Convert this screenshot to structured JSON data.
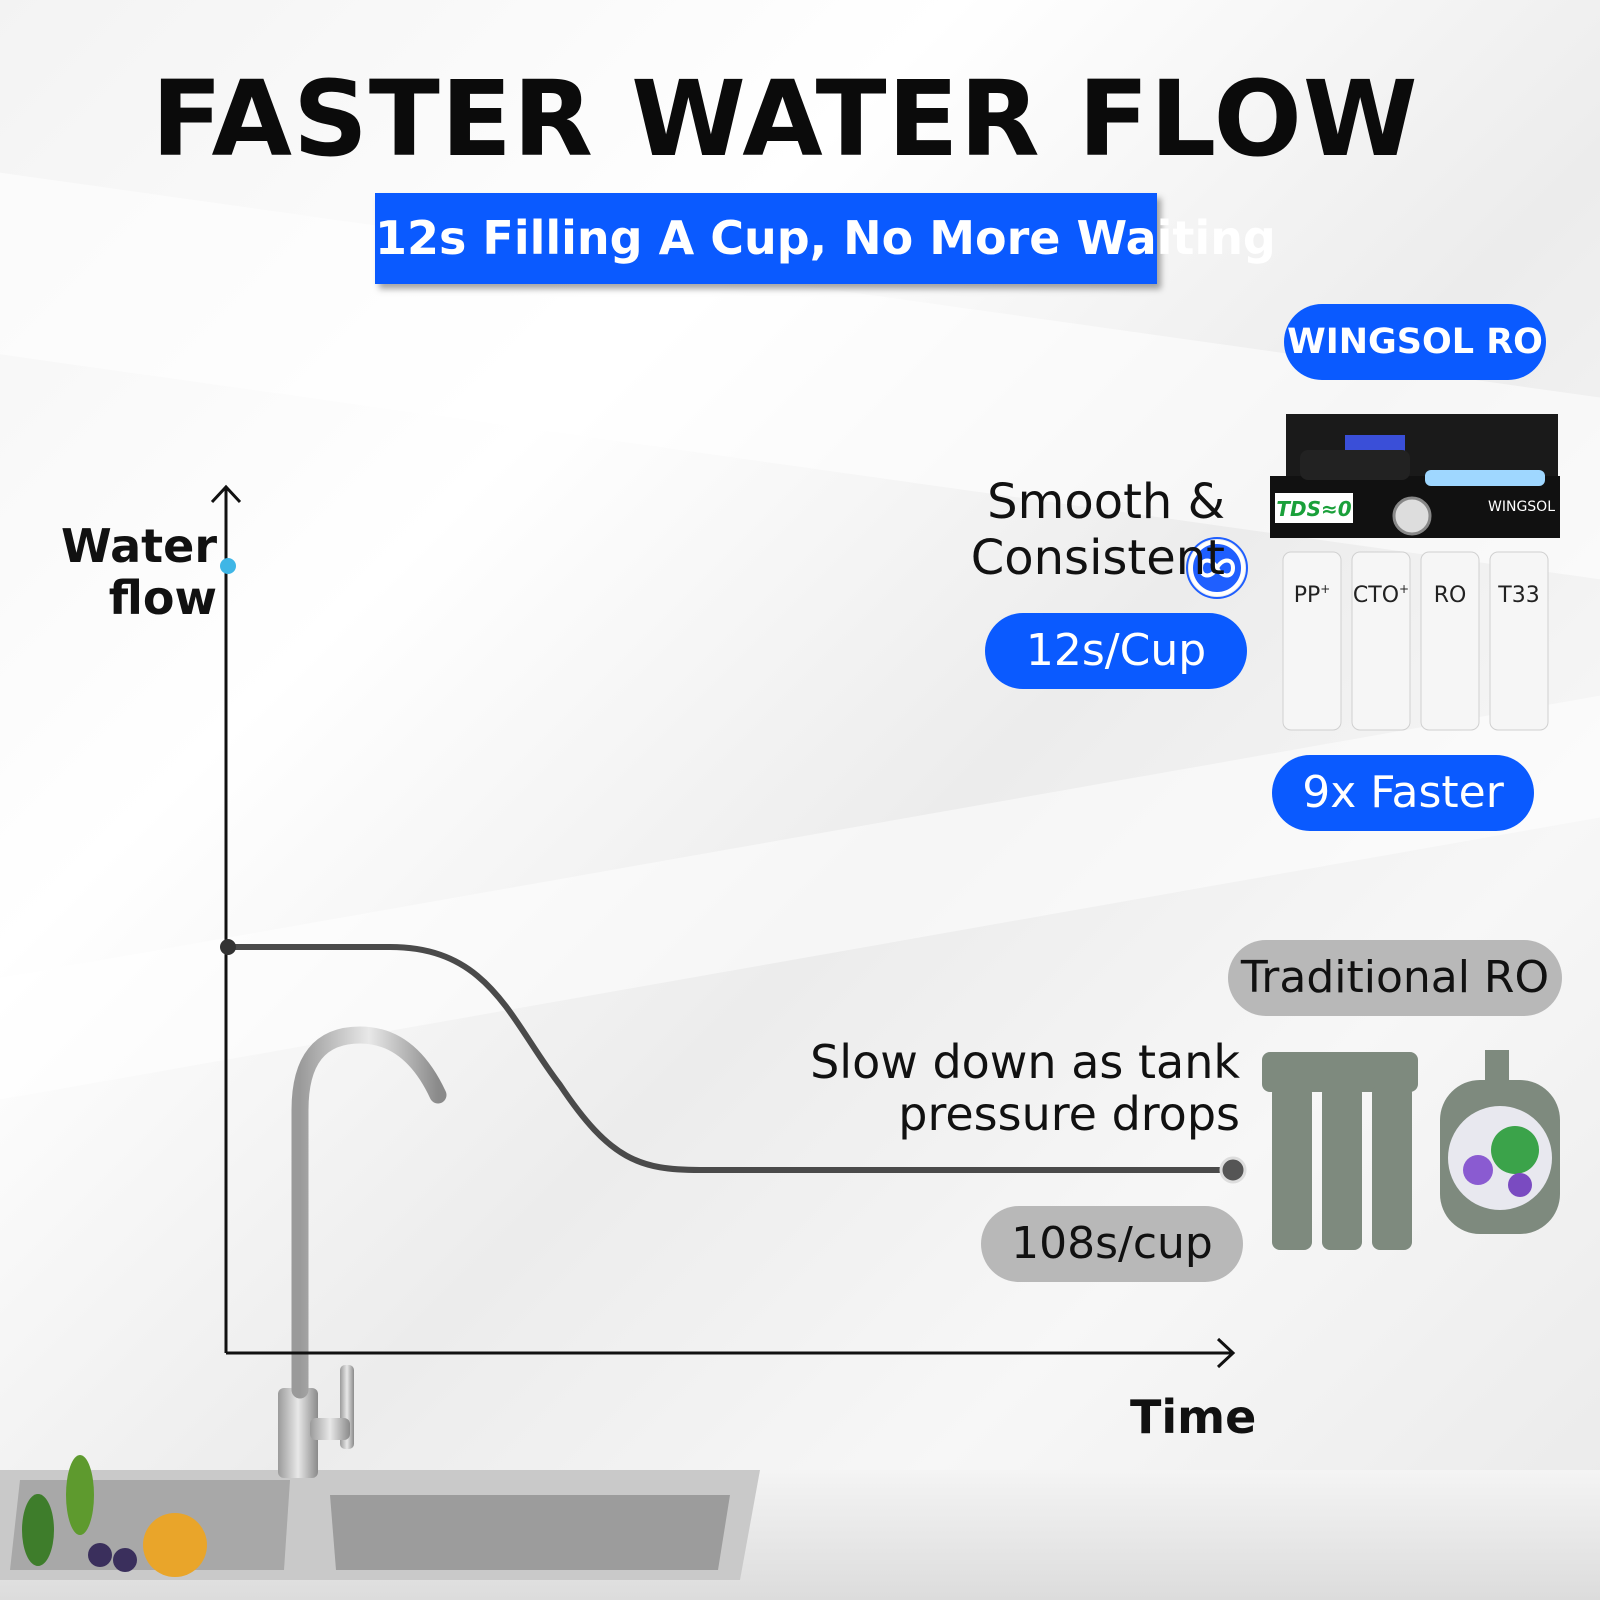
{
  "header": {
    "title": "FASTER WATER FLOW",
    "subtitle": "12s Filling A Cup, No More Waiting"
  },
  "chart": {
    "ylabel_line1": "Water",
    "ylabel_line2": "flow",
    "xlabel": "Time"
  },
  "wingsol": {
    "badge": "WINGSOL RO",
    "curve_label": "Smooth & Consistent",
    "rate": "12s/Cup",
    "speedup": "9x Faster",
    "display": "TDS≈0",
    "brand": "WINGSOL",
    "filters": [
      {
        "code": "PP",
        "sup": "+",
        "index": "1"
      },
      {
        "code": "CTO",
        "sup": "+",
        "index": "2"
      },
      {
        "code": "RO",
        "sup": "",
        "index": "3"
      },
      {
        "code": "T33",
        "sup": "",
        "index": "4"
      }
    ],
    "colors": {
      "accent": "#0a5aff",
      "line_start": "#5fd8d6",
      "line_end": "#1f6fff"
    }
  },
  "traditional": {
    "badge": "Traditional RO",
    "curve_label_line1": "Slow down as tank",
    "curve_label_line2": "pressure drops",
    "rate": "108s/cup",
    "colors": {
      "line": "#4a4a4a",
      "product": "#7e8a7e"
    }
  }
}
